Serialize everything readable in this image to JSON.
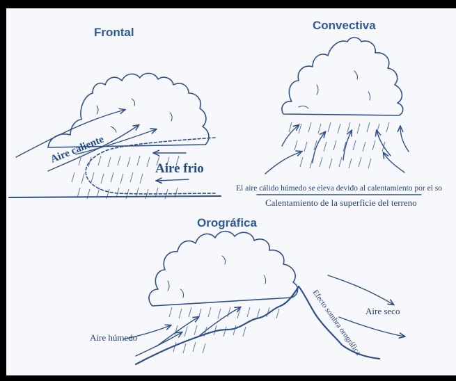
{
  "panels": {
    "frontal": {
      "title": "Frontal",
      "warm_air_label": "Aire caliente",
      "cold_air_label": "Aire frio"
    },
    "convectiva": {
      "title": "Convectiva",
      "rising_air_caption": "El aire cálido húmedo se eleva devido al calentamiento por el so",
      "ground_caption": "Calentamiento de la superficie del terreno"
    },
    "orografica": {
      "title": "Orográfica",
      "humid_air_label": "Aire húmedo",
      "dry_air_label": "Aire seco",
      "rain_shadow_label": "Efecto sombra orográfica"
    }
  },
  "colors": {
    "frame": "#000000",
    "background": "#f7f8fb",
    "heading": "#2d5a9e",
    "line": "#2c4f8f",
    "text": "#1f3f7a"
  }
}
